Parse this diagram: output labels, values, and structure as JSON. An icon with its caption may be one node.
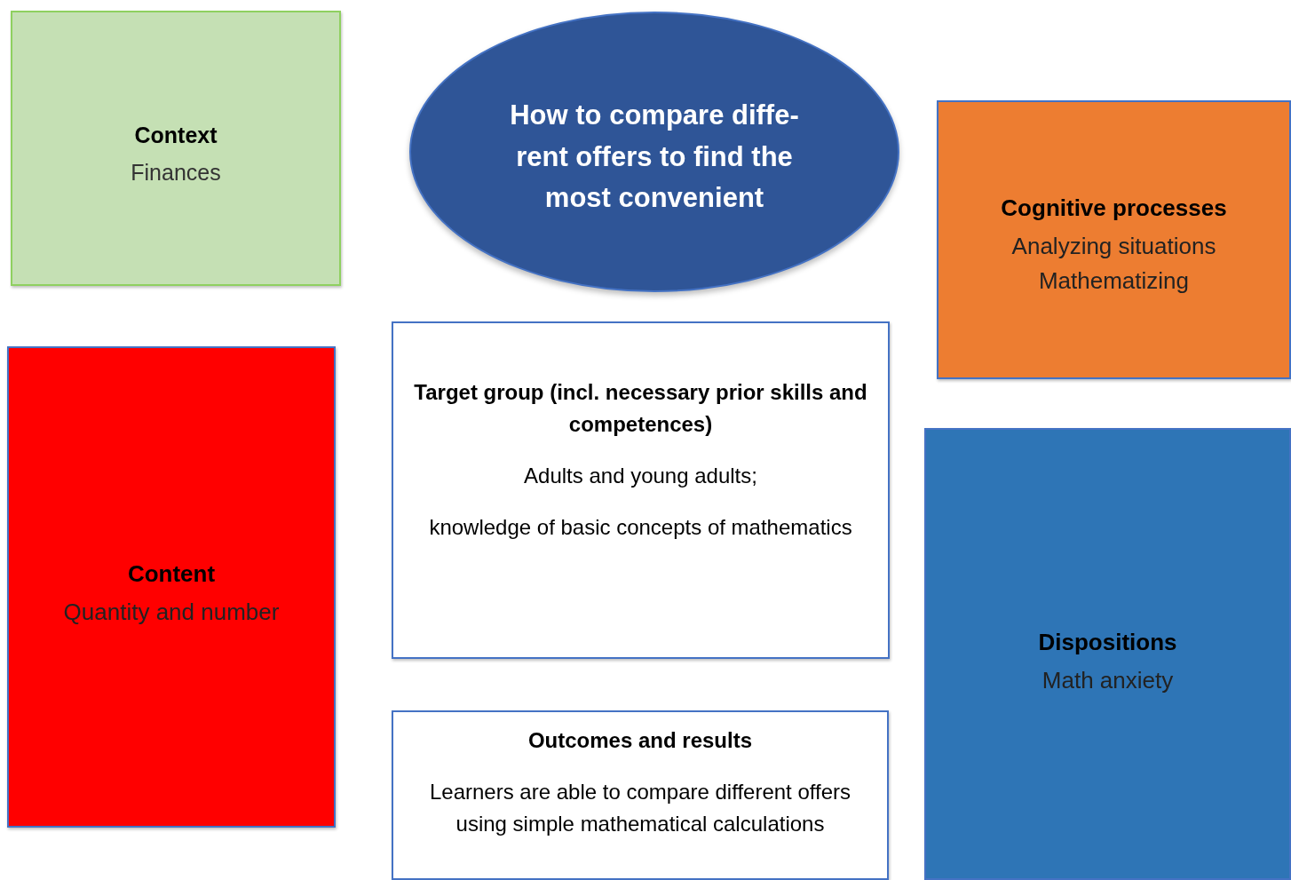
{
  "diagram": {
    "nodes": [
      {
        "text": [
          "Context",
          "Finances"
        ]
      },
      {
        "text": [
          "How to compare diffe-rent offers to find the most convenient"
        ]
      },
      {
        "text": [
          "Cognitive processes",
          "Analyzing situations",
          "Mathematizing"
        ]
      },
      {
        "text": [
          "Content",
          "Quantity and number"
        ]
      },
      {
        "text": [
          "Target group (incl. necessary prior skills and competences)",
          "Adults and young adults;",
          "knowledge of basic concepts of mathematics"
        ]
      },
      {
        "text": [
          "Dispositions",
          "Math anxiety"
        ]
      },
      {
        "text": [
          "Outcomes and results",
          "Learners are able to compare different offers using simple mathematical calculations"
        ]
      }
    ],
    "edges": []
  }
}
